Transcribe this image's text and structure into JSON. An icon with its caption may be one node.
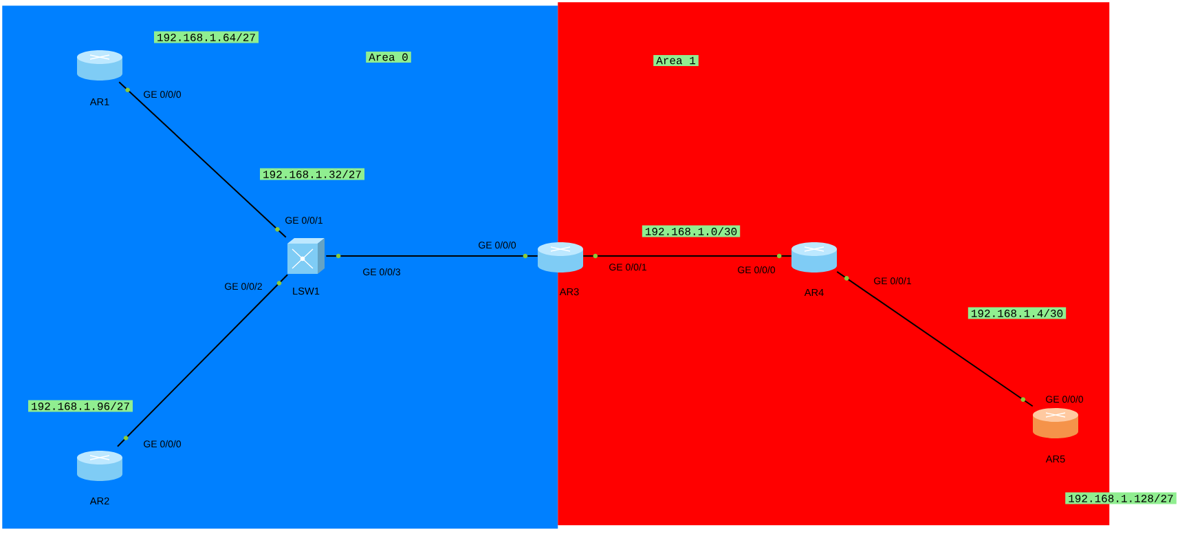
{
  "diagram": {
    "nodes": [
      {
        "text": [
          "Area 0"
        ]
      },
      {
        "text": [
          "Area 1"
        ]
      },
      {
        "text": [
          "AR1"
        ],
        "in": 0
      },
      {
        "text": [
          "LSW1"
        ],
        "in": 0
      },
      {
        "text": [
          "AR3"
        ]
      },
      {
        "text": [
          "AR4"
        ],
        "in": 1
      },
      {
        "text": [
          "AR5"
        ],
        "in": 1
      },
      {
        "text": [
          "AR2"
        ],
        "in": 0
      }
    ],
    "edges": [
      {
        "from": 2,
        "to": 3,
        "arrow": "none"
      },
      {
        "from": 3,
        "to": 7,
        "arrow": "none"
      },
      {
        "from": 3,
        "to": 4,
        "arrow": "none"
      },
      {
        "from": 4,
        "to": 5,
        "arrow": "none"
      },
      {
        "from": 5,
        "to": 6,
        "arrow": "none"
      }
    ],
    "labels": [
      "192.168.1.64/27",
      "GE 0/0/0",
      "192.168.1.32/27",
      "GE 0/0/1",
      "192.168.1.0/30",
      "GE 0/0/0",
      "GE 0/0/1",
      "GE 0/0/0",
      "GE 0/0/3",
      "GE 0/0/2",
      "GE 0/0/1",
      "192.168.1.4/30",
      "GE 0/0/0",
      "192.168.1.96/27",
      "GE 0/0/0",
      "192.168.1.128/27"
    ]
  }
}
